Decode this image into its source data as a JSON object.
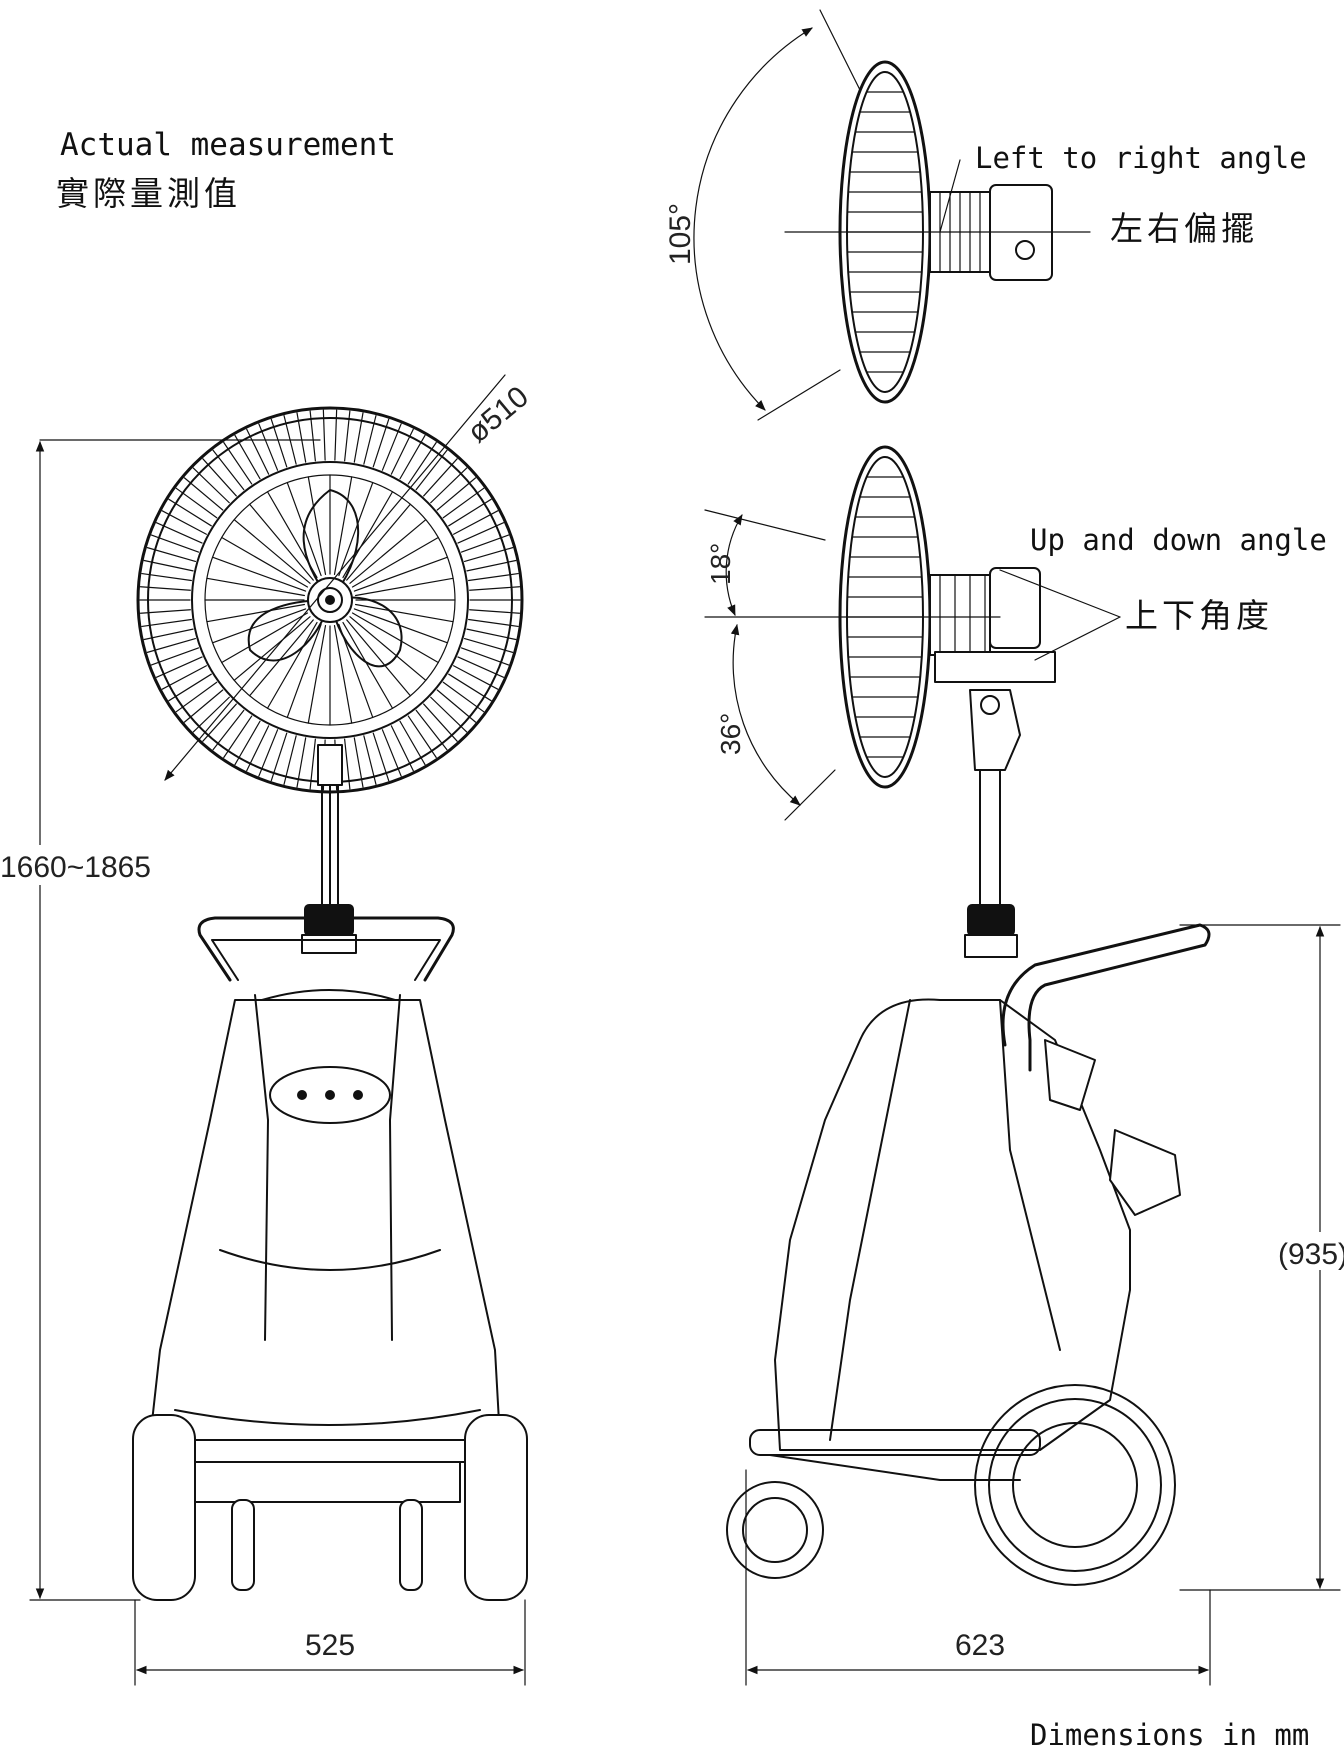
{
  "notes": {
    "measurement_en": "Actual measurement",
    "measurement_zh": "實際量測值",
    "footer": "Dimensions in mm"
  },
  "front_view": {
    "fan_diameter": "ø510",
    "total_height": "1660~1865",
    "width": "525"
  },
  "side_view": {
    "depth": "623",
    "handle_height": "(935)"
  },
  "swing_view": {
    "angle": "105°",
    "label_en": "Left to right angle",
    "label_zh": "左右偏擺"
  },
  "tilt_view": {
    "angle_up": "18°",
    "angle_down": "36°",
    "label_en": "Up and down angle",
    "label_zh": "上下角度"
  }
}
